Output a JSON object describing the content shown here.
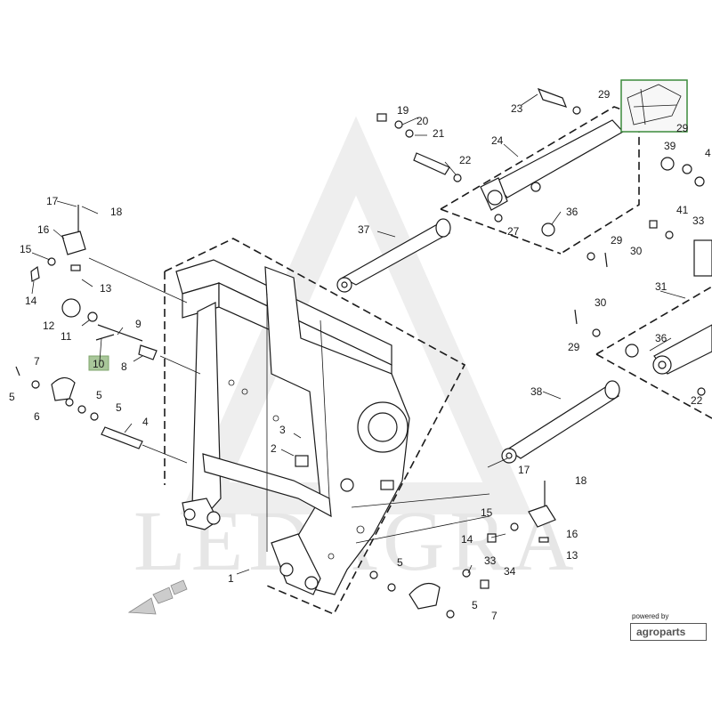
{
  "watermark": "LEDAGRA",
  "branding": {
    "powered_by": "powered by",
    "brand": "agroparts"
  },
  "highlighted_callout": "10",
  "callouts": [
    {
      "id": "c17a",
      "text": "17"
    },
    {
      "id": "c18a",
      "text": "18"
    },
    {
      "id": "c16a",
      "text": "16"
    },
    {
      "id": "c15a",
      "text": "15"
    },
    {
      "id": "c14a",
      "text": "14"
    },
    {
      "id": "c13a",
      "text": "13"
    },
    {
      "id": "c12",
      "text": "12"
    },
    {
      "id": "c11",
      "text": "11"
    },
    {
      "id": "c9",
      "text": "9"
    },
    {
      "id": "c8",
      "text": "8"
    },
    {
      "id": "c10",
      "text": "10"
    },
    {
      "id": "c7a",
      "text": "7"
    },
    {
      "id": "c5a",
      "text": "5"
    },
    {
      "id": "c6",
      "text": "6"
    },
    {
      "id": "c5b",
      "text": "5"
    },
    {
      "id": "c5c",
      "text": "5"
    },
    {
      "id": "c4",
      "text": "4"
    },
    {
      "id": "c3",
      "text": "3"
    },
    {
      "id": "c2",
      "text": "2"
    },
    {
      "id": "c1",
      "text": "1"
    },
    {
      "id": "c19",
      "text": "19"
    },
    {
      "id": "c20",
      "text": "20"
    },
    {
      "id": "c21",
      "text": "21"
    },
    {
      "id": "c22a",
      "text": "22"
    },
    {
      "id": "c23",
      "text": "23"
    },
    {
      "id": "c24",
      "text": "24"
    },
    {
      "id": "c29a",
      "text": "29"
    },
    {
      "id": "c37",
      "text": "37"
    },
    {
      "id": "c27",
      "text": "27"
    },
    {
      "id": "c36a",
      "text": "36"
    },
    {
      "id": "c29b",
      "text": "29"
    },
    {
      "id": "c30a",
      "text": "30"
    },
    {
      "id": "c39",
      "text": "39"
    },
    {
      "id": "c41",
      "text": "41"
    },
    {
      "id": "c33a",
      "text": "33"
    },
    {
      "id": "c31",
      "text": "31"
    },
    {
      "id": "c30b",
      "text": "30"
    },
    {
      "id": "c29c",
      "text": "29"
    },
    {
      "id": "c36b",
      "text": "36"
    },
    {
      "id": "c38",
      "text": "38"
    },
    {
      "id": "c22b",
      "text": "22"
    },
    {
      "id": "c17b",
      "text": "17"
    },
    {
      "id": "c18b",
      "text": "18"
    },
    {
      "id": "c15b",
      "text": "15"
    },
    {
      "id": "c14b",
      "text": "14"
    },
    {
      "id": "c16b",
      "text": "16"
    },
    {
      "id": "c13b",
      "text": "13"
    },
    {
      "id": "c5d",
      "text": "5"
    },
    {
      "id": "c33b",
      "text": "33"
    },
    {
      "id": "c34",
      "text": "34"
    },
    {
      "id": "c5e",
      "text": "5"
    },
    {
      "id": "c7b",
      "text": "7"
    },
    {
      "id": "c29d",
      "text": "29"
    },
    {
      "id": "c4r",
      "text": "4"
    }
  ]
}
